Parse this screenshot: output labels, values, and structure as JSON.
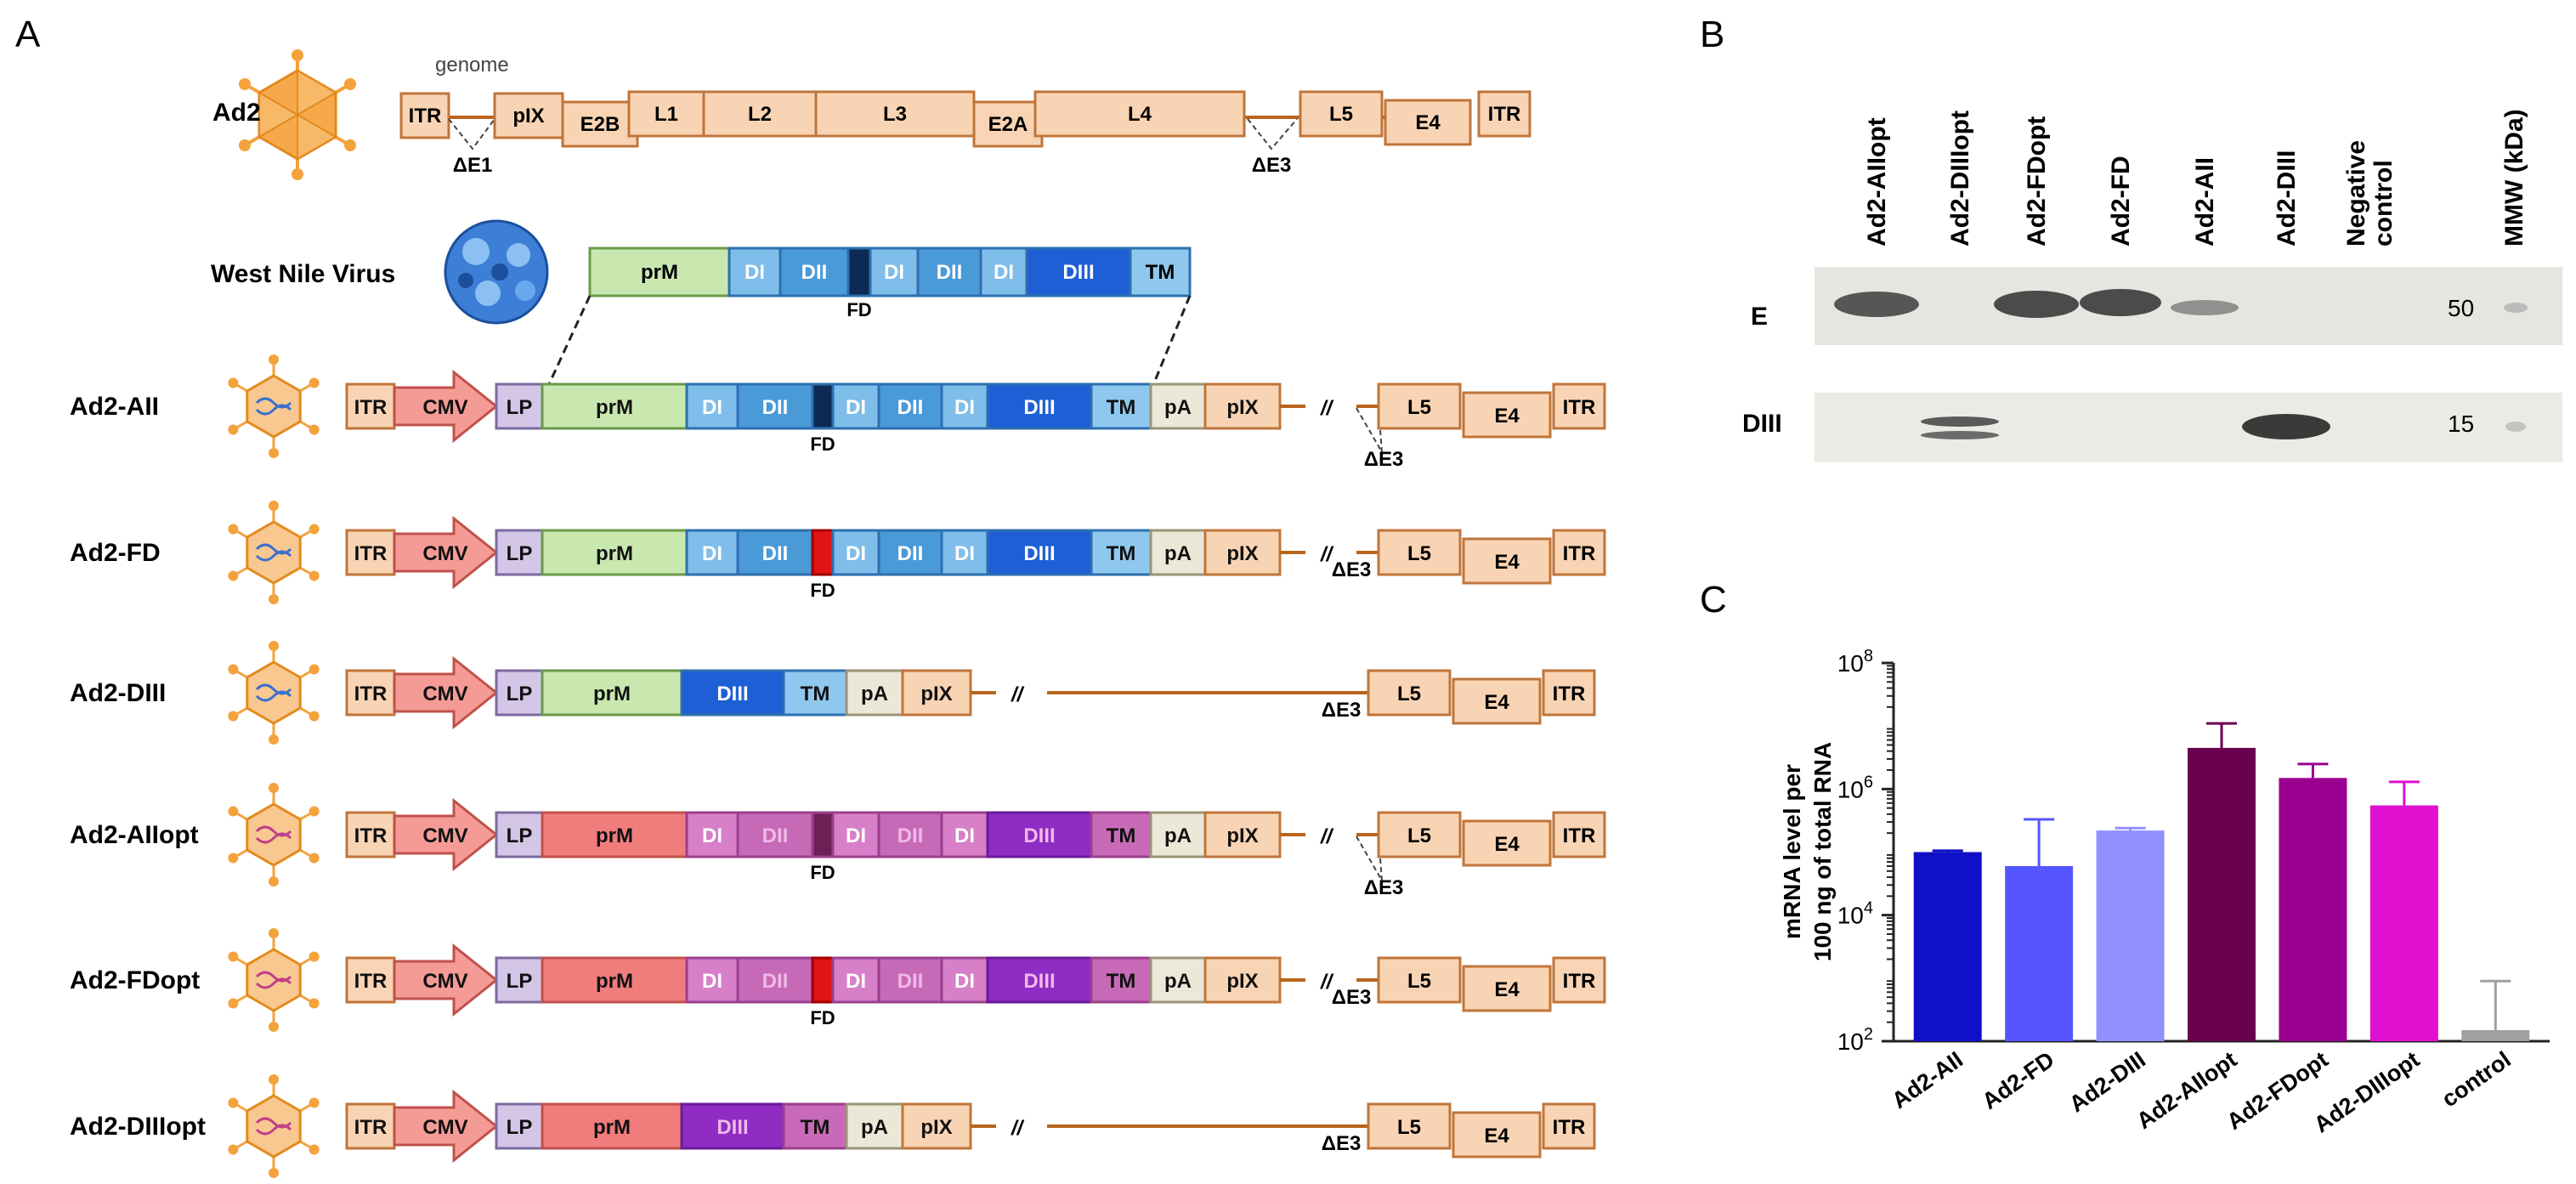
{
  "panel_letters": {
    "a": "A",
    "b": "B",
    "c": "C"
  },
  "genome_label": "genome",
  "virus_label": "West Nile Virus",
  "ad2_label": "Ad2",
  "ad2_genes": [
    "ITR",
    "pIX",
    "E2B",
    "L1",
    "L2",
    "L3",
    "E2A",
    "L4",
    "L5",
    "E4",
    "ITR"
  ],
  "deletions": {
    "e1": "ΔE1",
    "e3": "ΔE3"
  },
  "wnv_segments": [
    "prM",
    "DI",
    "DII",
    "DI",
    "DII",
    "DI",
    "DIII",
    "TM"
  ],
  "fd_label": "FD",
  "break_mark": "//",
  "constructs": [
    {
      "name": "Ad2-AII",
      "segments": [
        "ITR",
        "CMV",
        "LP",
        "prM",
        "DI",
        "DII",
        "DI",
        "DII",
        "DI",
        "DIII",
        "TM",
        "pA",
        "pIX",
        "L5",
        "E4",
        "ITR"
      ],
      "fd": "FD",
      "dE3": "ΔE3"
    },
    {
      "name": "Ad2-FD",
      "segments": [
        "ITR",
        "CMV",
        "LP",
        "prM",
        "DI",
        "DII",
        "DI",
        "DII",
        "DI",
        "DIII",
        "TM",
        "pA",
        "pIX",
        "L5",
        "E4",
        "ITR"
      ],
      "fd": "FD",
      "dE3": "ΔE3"
    },
    {
      "name": "Ad2-DIII",
      "segments": [
        "ITR",
        "CMV",
        "LP",
        "prM",
        "DIII",
        "TM",
        "pA",
        "pIX",
        "L5",
        "E4",
        "ITR"
      ],
      "dE3": "ΔE3"
    },
    {
      "name": "Ad2-AIIopt",
      "segments": [
        "ITR",
        "CMV",
        "LP",
        "prM",
        "DI",
        "DII",
        "DI",
        "DII",
        "DI",
        "DIII",
        "TM",
        "pA",
        "pIX",
        "L5",
        "E4",
        "ITR"
      ],
      "fd": "FD",
      "dE3": "ΔE3"
    },
    {
      "name": "Ad2-FDopt",
      "segments": [
        "ITR",
        "CMV",
        "LP",
        "prM",
        "DI",
        "DII",
        "DI",
        "DII",
        "DI",
        "DIII",
        "TM",
        "pA",
        "pIX",
        "L5",
        "E4",
        "ITR"
      ],
      "fd": "FD",
      "dE3": "ΔE3"
    },
    {
      "name": "Ad2-DIIIopt",
      "segments": [
        "ITR",
        "CMV",
        "LP",
        "prM",
        "DIII",
        "TM",
        "pA",
        "pIX",
        "L5",
        "E4",
        "ITR"
      ],
      "dE3": "ΔE3"
    }
  ],
  "blot": {
    "lanes": [
      "Ad2-AIIopt",
      "Ad2-DIIIopt",
      "Ad2-FDopt",
      "Ad2-FD",
      "Ad2-AII",
      "Ad2-DIII",
      "Negative control",
      "MMW (kDa)"
    ],
    "rows": [
      {
        "label": "E",
        "mw": "50"
      },
      {
        "label": "DIII",
        "mw": "15"
      }
    ]
  },
  "chart_data": {
    "type": "bar",
    "categories": [
      "Ad2-AII",
      "Ad2-FD",
      "Ad2-DIII",
      "Ad2-AIIopt",
      "Ad2-FDopt",
      "Ad2-DIIIopt",
      "control"
    ],
    "values": [
      100000,
      60000,
      220000,
      4500000,
      1500000,
      550000,
      150
    ],
    "error_upper": [
      105000,
      330000,
      240000,
      11000000,
      2500000,
      1300000,
      900
    ],
    "colors": [
      "#1010c8",
      "#5555ff",
      "#9090ff",
      "#6a0050",
      "#9a0090",
      "#e010d0",
      "#a0a0a0"
    ],
    "ylabel": [
      "mRNA level per",
      "100 ng of total RNA"
    ],
    "yscale": "log",
    "ylim": [
      100,
      100000000
    ],
    "yticks": [
      {
        "base": "10",
        "exp": "2"
      },
      {
        "base": "10",
        "exp": "4"
      },
      {
        "base": "10",
        "exp": "6"
      },
      {
        "base": "10",
        "exp": "8"
      }
    ],
    "grid": false
  }
}
